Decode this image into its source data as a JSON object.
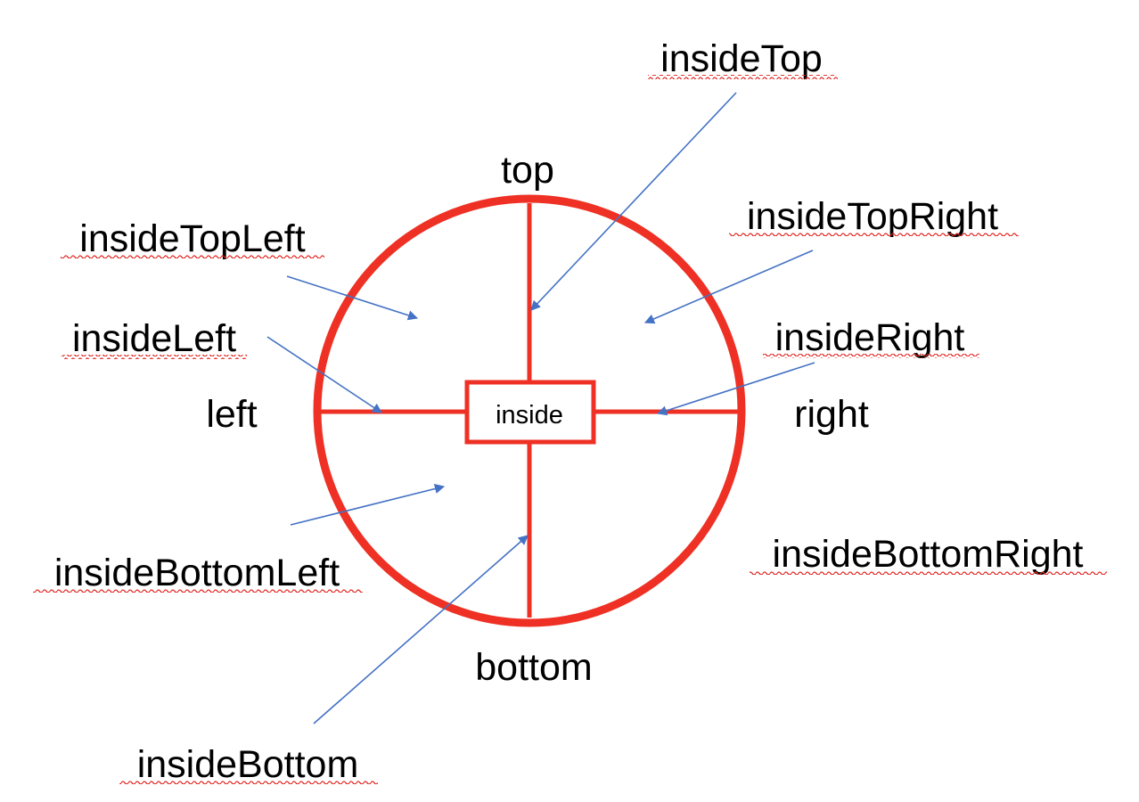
{
  "colors": {
    "shape": "#EE3124",
    "arrow": "#4472C4",
    "text": "#000000",
    "spellcheck_underline": "#E0201B"
  },
  "labels": {
    "top": "top",
    "bottom": "bottom",
    "left": "left",
    "right": "right",
    "inside": "inside",
    "insideTop": "insideTop",
    "insideTopLeft": "insideTopLeft",
    "insideTopRight": "insideTopRight",
    "insideLeft": "insideLeft",
    "insideRight": "insideRight",
    "insideBottomLeft": "insideBottomLeft",
    "insideBottomRight": "insideBottomRight",
    "insideBottom": "insideBottom"
  }
}
